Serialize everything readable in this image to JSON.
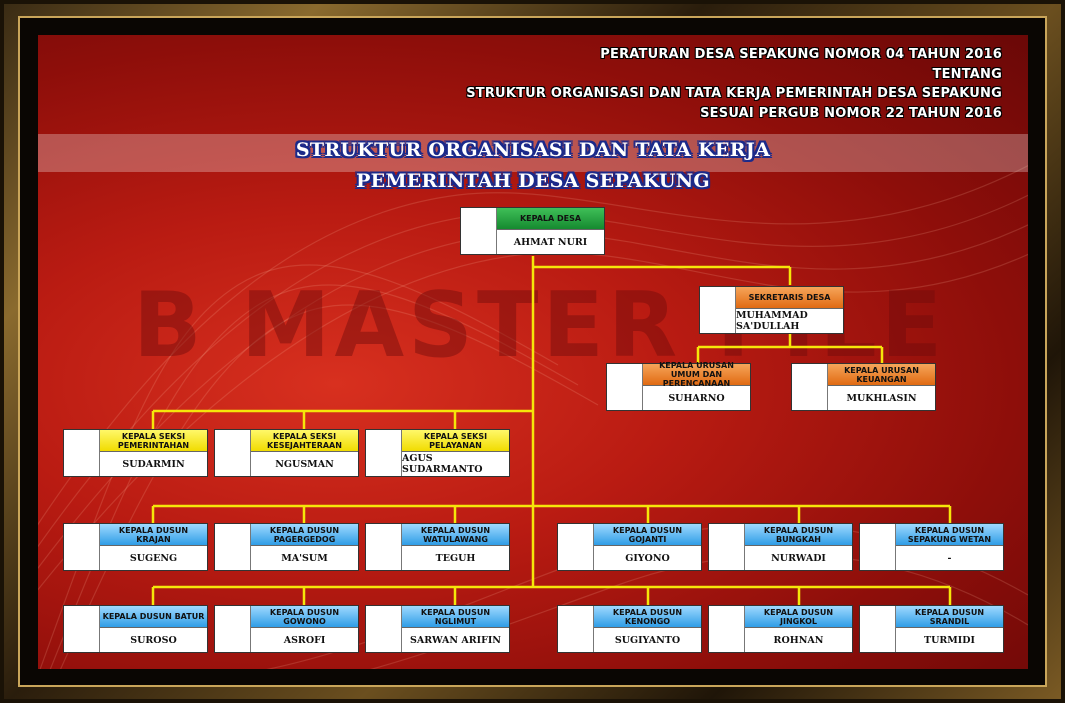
{
  "header": {
    "line1": "PERATURAN DESA SEPAKUNG NOMOR 04 TAHUN 2016",
    "line2": "TENTANG",
    "line3": "STRUKTUR ORGANISASI DAN TATA KERJA PEMERINTAH DESA SEPAKUNG",
    "line4": "SESUAI PERGUB NOMOR 22 TAHUN 2016"
  },
  "title": {
    "line1": "STRUKTUR ORGANISASI DAN TATA KERJA",
    "line2": "PEMERINTAH DESA SEPAKUNG"
  },
  "watermark": "B MASTER FILE",
  "colors": {
    "kepala_desa": "#1e9e3c",
    "sekretariat": "#ee7f25",
    "seksi": "#f7ea1a",
    "dusun": "#4fb2ef",
    "connector": "#f5e60a"
  },
  "kepala_desa": {
    "title": "KEPALA DESA",
    "name": "AHMAT NURI"
  },
  "sekretaris": {
    "title": "SEKRETARIS DESA",
    "name": "MUHAMMAD SA'DULLAH"
  },
  "urusan": [
    {
      "title": "KEPALA URUSAN UMUM DAN PERENCANAAN",
      "name": "SUHARNO"
    },
    {
      "title": "KEPALA URUSAN KEUANGAN",
      "name": "MUKHLASIN"
    }
  ],
  "seksi": [
    {
      "title": "KEPALA SEKSI PEMERINTAHAN",
      "name": "SUDARMIN"
    },
    {
      "title": "KEPALA SEKSI KESEJAHTERAAN",
      "name": "NGUSMAN"
    },
    {
      "title": "KEPALA SEKSI PELAYANAN",
      "name": "AGUS SUDARMANTO"
    }
  ],
  "dusun_row1": [
    {
      "title": "KEPALA DUSUN KRAJAN",
      "name": "SUGENG"
    },
    {
      "title": "KEPALA DUSUN PAGERGEDOG",
      "name": "MA'SUM"
    },
    {
      "title": "KEPALA DUSUN WATULAWANG",
      "name": "TEGUH"
    },
    {
      "title": "KEPALA DUSUN GOJANTI",
      "name": "GIYONO"
    },
    {
      "title": "KEPALA DUSUN BUNGKAH",
      "name": "NURWADI"
    },
    {
      "title": "KEPALA DUSUN SEPAKUNG WETAN",
      "name": "-"
    }
  ],
  "dusun_row2": [
    {
      "title": "KEPALA DUSUN BATUR",
      "name": "SUROSO"
    },
    {
      "title": "KEPALA DUSUN GOWONO",
      "name": "ASROFI"
    },
    {
      "title": "KEPALA DUSUN NGLIMUT",
      "name": "SARWAN ARIFIN"
    },
    {
      "title": "KEPALA DUSUN KENONGO",
      "name": "SUGIYANTO"
    },
    {
      "title": "KEPALA DUSUN JINGKOL",
      "name": "ROHNAN"
    },
    {
      "title": "KEPALA DUSUN SRANDIL",
      "name": "TURMIDI"
    }
  ]
}
